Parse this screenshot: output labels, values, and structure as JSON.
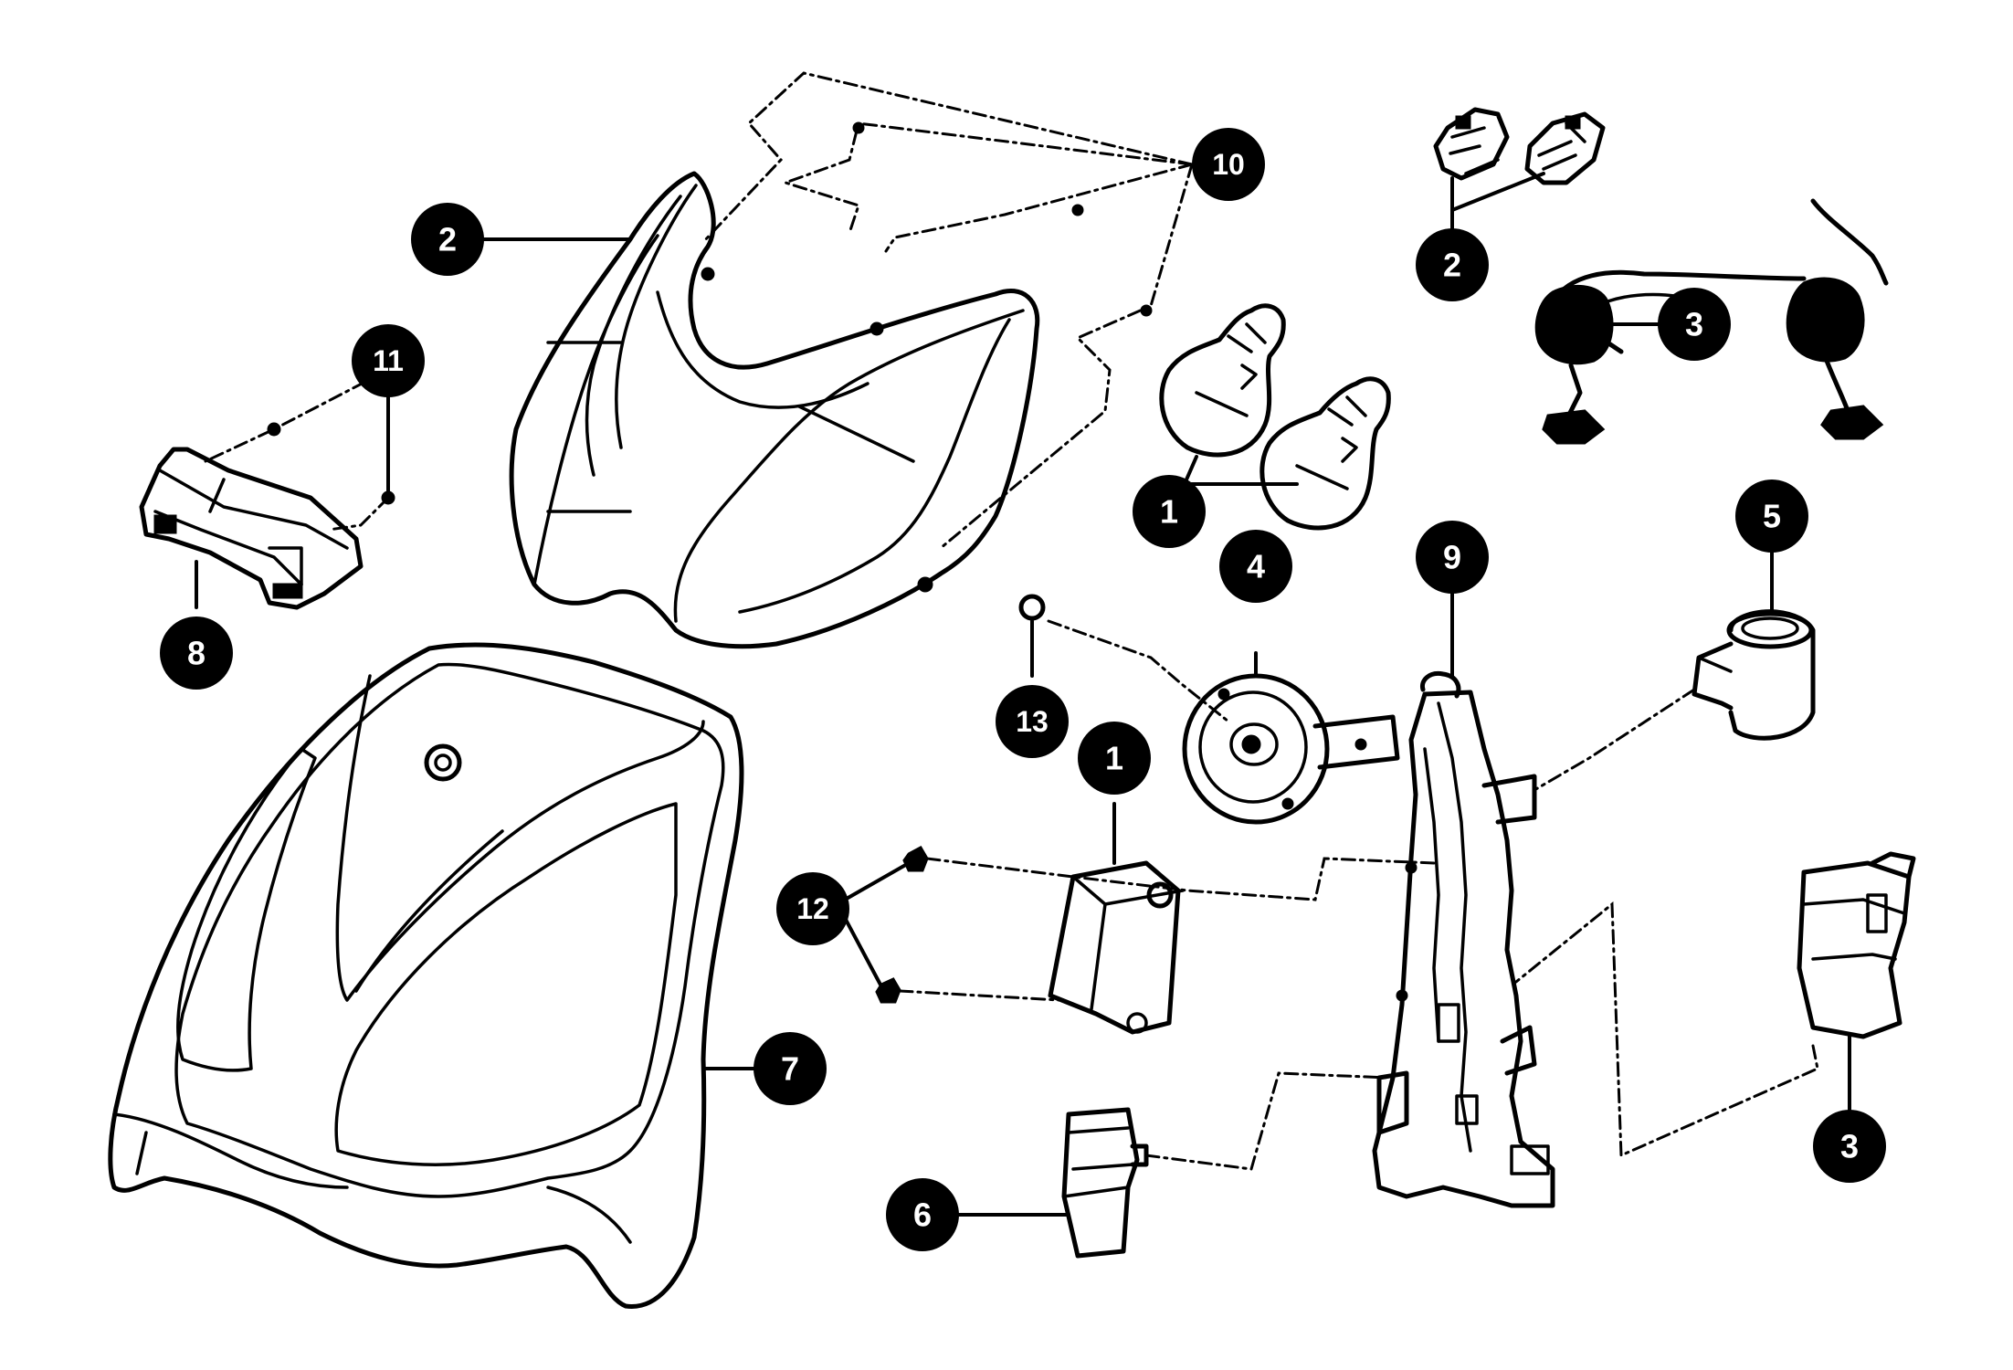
{
  "callouts": {
    "c10": "10",
    "c2_top": "2",
    "c2_right": "2",
    "c11": "11",
    "c8": "8",
    "c3_right": "3",
    "c1_bulbs": "1",
    "c4": "4",
    "c9": "9",
    "c5": "5",
    "c13": "13",
    "c1_relay": "1",
    "c12": "12",
    "c7": "7",
    "c6": "6",
    "c3_bottom": "3"
  }
}
